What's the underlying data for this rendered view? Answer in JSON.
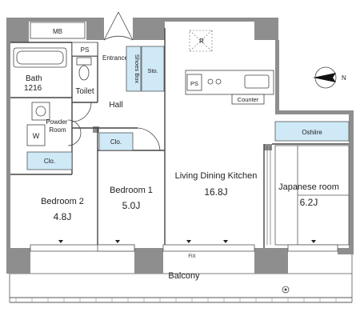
{
  "rooms": {
    "mb": "MB",
    "ps_top": "PS",
    "entrance": "Entrance",
    "shoes_box": "Shoes Box",
    "sto": "Sto.",
    "bath": "Bath",
    "bath_size": "1216",
    "toilet": "Toilet",
    "hall": "Hall",
    "powder_room": "Powder\nRoom",
    "w": "W",
    "clo_bedroom1": "Clo.",
    "clo_bedroom2": "Clo.",
    "ps_kitchen": "PS",
    "counter": "Counter",
    "r": "R",
    "oshiire": "Oshiire",
    "bedroom2": "Bedroom 2",
    "bedroom2_size": "4.8J",
    "bedroom1": "Bedroom 1",
    "bedroom1_size": "5.0J",
    "ldk": "Living Dining Kitchen",
    "ldk_size": "16.8J",
    "japanese_room": "Japanese room",
    "japanese_room_size": "6.2J",
    "fix": "FIX",
    "balcony": "Balcony"
  },
  "compass": {
    "label": "N",
    "icon": "north-arrow-icon"
  },
  "colors": {
    "wall": "#8e8e8e",
    "storage": "#cfe9f7",
    "line": "#555555"
  }
}
